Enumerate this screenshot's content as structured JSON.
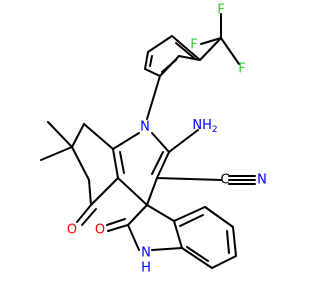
{
  "molecule": {
    "atoms": {
      "F_top": "F",
      "F_left": "F",
      "F_right": "F",
      "N1": "N",
      "NH2": "NH",
      "NH2_sub": "2",
      "CN_N": "N",
      "C_nitrile": "C",
      "O_ketone": "O",
      "O_lactam": "O",
      "NH_indole": "N",
      "H_indole": "H"
    },
    "colors": {
      "fluorine": "#33cc33",
      "nitrogen": "#0000ff",
      "oxygen": "#ff0000",
      "carbon": "#000000",
      "bond": "#000000"
    }
  }
}
